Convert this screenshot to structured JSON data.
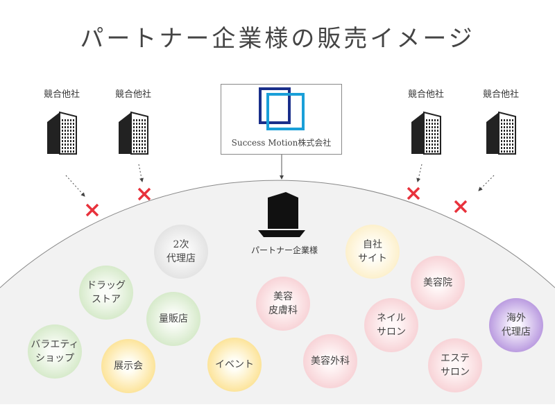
{
  "title": "パートナー企業様の販売イメージ",
  "competitors": [
    {
      "label": "競合他社"
    },
    {
      "label": "競合他社"
    },
    {
      "label": "競合他社"
    },
    {
      "label": "競合他社"
    }
  ],
  "company": {
    "name": "Success Motion株式会社",
    "colors": {
      "dark": "#1a2f8a",
      "light": "#1a9fd8"
    }
  },
  "partner": {
    "label": "パートナー企業様"
  },
  "channels": [
    {
      "label": "2次\n代理店",
      "color": "gray"
    },
    {
      "label": "ドラッグ\nストア",
      "color": "green"
    },
    {
      "label": "量販店",
      "color": "green"
    },
    {
      "label": "バラエティ\nショップ",
      "color": "green"
    },
    {
      "label": "展示会",
      "color": "yellow"
    },
    {
      "label": "イベント",
      "color": "yellow"
    },
    {
      "label": "美容\n皮膚科",
      "color": "pink"
    },
    {
      "label": "自社\nサイト",
      "color": "cream"
    },
    {
      "label": "美容院",
      "color": "pink"
    },
    {
      "label": "ネイル\nサロン",
      "color": "pink"
    },
    {
      "label": "美容外科",
      "color": "pink"
    },
    {
      "label": "エステ\nサロン",
      "color": "pink"
    },
    {
      "label": "海外\n代理店",
      "color": "purple"
    }
  ],
  "colors": {
    "blocked": "#e8323c"
  }
}
